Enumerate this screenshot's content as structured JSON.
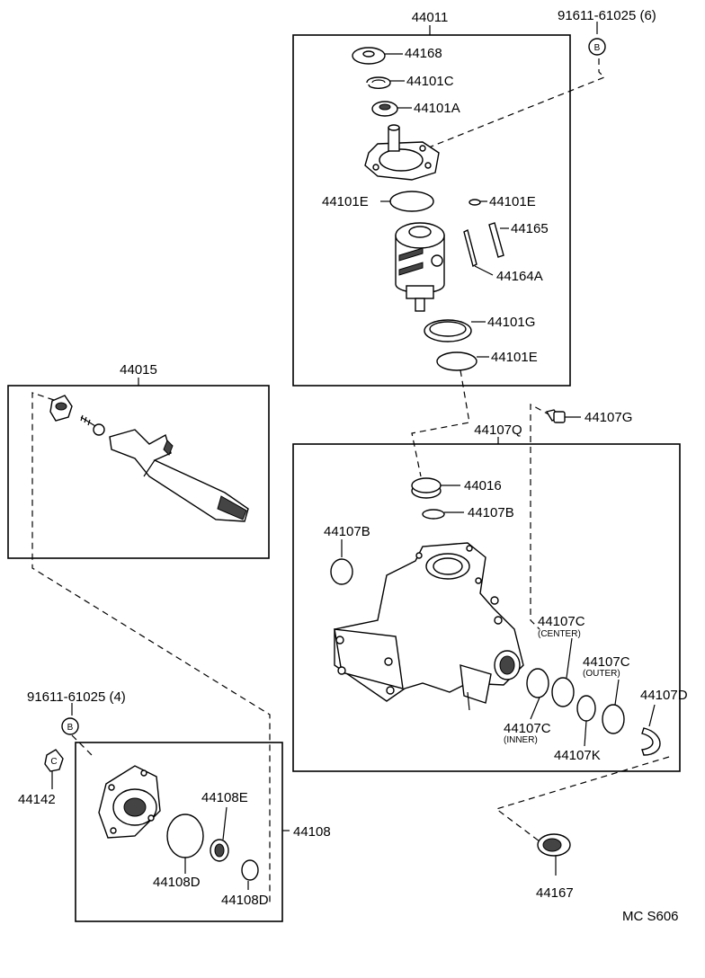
{
  "labels": {
    "assy_44011": "44011",
    "bolt_91611_6": "91611-61025 (6)",
    "p44168": "44168",
    "p44101C": "44101C",
    "p44101A": "44101A",
    "p44101E_left": "44101E",
    "p44101E_right": "44101E",
    "p44165": "44165",
    "p44164A": "44164A",
    "p44101G": "44101G",
    "p44101E_lower": "44101E",
    "assy_44015": "44015",
    "p44107G": "44107G",
    "assy_44107Q": "44107Q",
    "p44016": "44016",
    "p44107B_small": "44107B",
    "p44107B": "44107B",
    "p44107C_center": "44107C",
    "p44107C_center_note": "(CENTER)",
    "p44107C_outer": "44107C",
    "p44107C_outer_note": "(OUTER)",
    "p44107D": "44107D",
    "p44107C_inner": "44107C",
    "p44107C_inner_note": "(INNER)",
    "p44107K": "44107K",
    "bolt_91611_4": "91611-61025 (4)",
    "p44142": "44142",
    "p44108E": "44108E",
    "assy_44108": "44108",
    "p44108D_left": "44108D",
    "p44108D_right": "44108D",
    "p44167": "44167",
    "ref_code": "MC S606"
  },
  "markers": {
    "b_top": "B",
    "b_left": "B",
    "c_left": "C"
  }
}
